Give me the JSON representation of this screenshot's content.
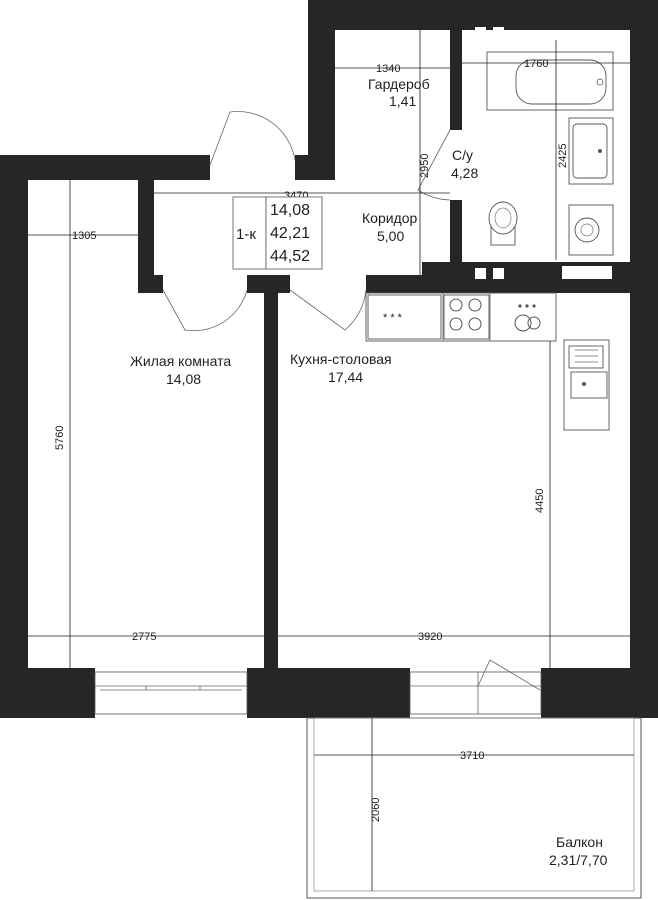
{
  "colors": {
    "wall": "#262626",
    "background": "#ffffff",
    "line": "#1f1f1f",
    "fixture": "#555555"
  },
  "apartment": {
    "type": "1-к",
    "living_area": "14,08",
    "total_area": "42,21",
    "total_with_balcony": "44,52"
  },
  "rooms": {
    "wardrobe": {
      "name": "Гардероб",
      "area": "1,41"
    },
    "bathroom": {
      "name": "С/у",
      "area": "4,28"
    },
    "corridor": {
      "name": "Коридор",
      "area": "5,00"
    },
    "living": {
      "name": "Жилая комната",
      "area": "14,08"
    },
    "kitchen": {
      "name": "Кухня-столовая",
      "area": "17,44"
    },
    "balcony": {
      "name": "Балкон",
      "area": "2,31/7,70"
    }
  },
  "dimensions": {
    "wardrobe_width": "1340",
    "bath_width": "1760",
    "corridor_height": "2950",
    "bath_height": "2425",
    "corridor_width": "3470",
    "living_offset": "1305",
    "living_height": "5760",
    "kitchen_height": "4450",
    "living_width": "2775",
    "kitchen_width": "3920",
    "balcony_width": "3710",
    "balcony_depth": "2060"
  },
  "icons": [
    "bathtub-icon",
    "sink-icon",
    "washing-machine-icon",
    "toilet-icon",
    "fridge-icon",
    "hob-icon",
    "dishwasher-icon",
    "kitchen-sink-icon",
    "window-icon",
    "door-swing-icon"
  ]
}
